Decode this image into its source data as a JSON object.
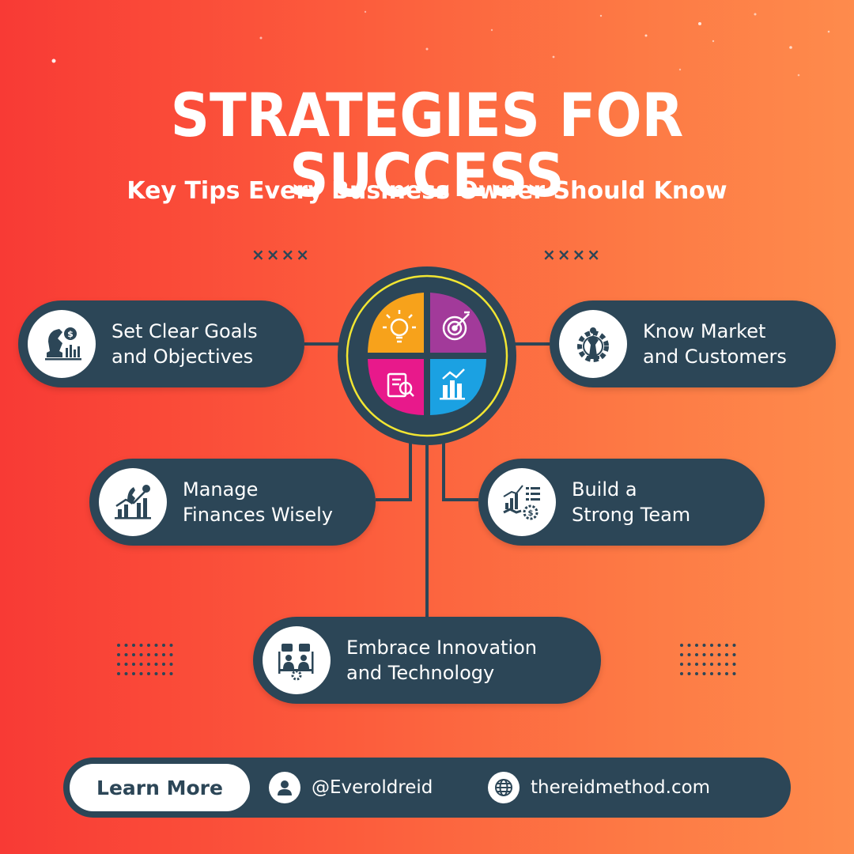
{
  "header": {
    "title": "STRATEGIES FOR SUCCESS",
    "subtitle": "Key Tips Every Business Owner Should Know"
  },
  "decor": {
    "xmarks": "××××"
  },
  "tips": [
    {
      "label": "Set Clear Goals\nand Objectives",
      "icon": "chess-knight-finance-icon"
    },
    {
      "label": "Know Market\nand Customers",
      "icon": "chess-gear-icon"
    },
    {
      "label": "Manage\nFinances Wisely",
      "icon": "chess-growth-chart-icon"
    },
    {
      "label": "Build a\nStrong Team",
      "icon": "analytics-handshake-icon"
    },
    {
      "label": "Embrace Innovation\nand Technology",
      "icon": "collaboration-tech-icon"
    }
  ],
  "hub": {
    "quadrants": [
      {
        "icon": "lightbulb-icon",
        "color": "#f7a21b"
      },
      {
        "icon": "target-icon",
        "color": "#a23a9a"
      },
      {
        "icon": "document-search-icon",
        "color": "#e8198b"
      },
      {
        "icon": "bar-chart-icon",
        "color": "#1ba1e2"
      }
    ],
    "ring_color": "#f2e632"
  },
  "footer": {
    "button_label": "Learn More",
    "handle": "@Everoldreid",
    "website": "thereidmethod.com"
  },
  "colors": {
    "navy": "#2c4657",
    "gradient_left": "#f83a35",
    "gradient_right": "#fe8b4c"
  }
}
